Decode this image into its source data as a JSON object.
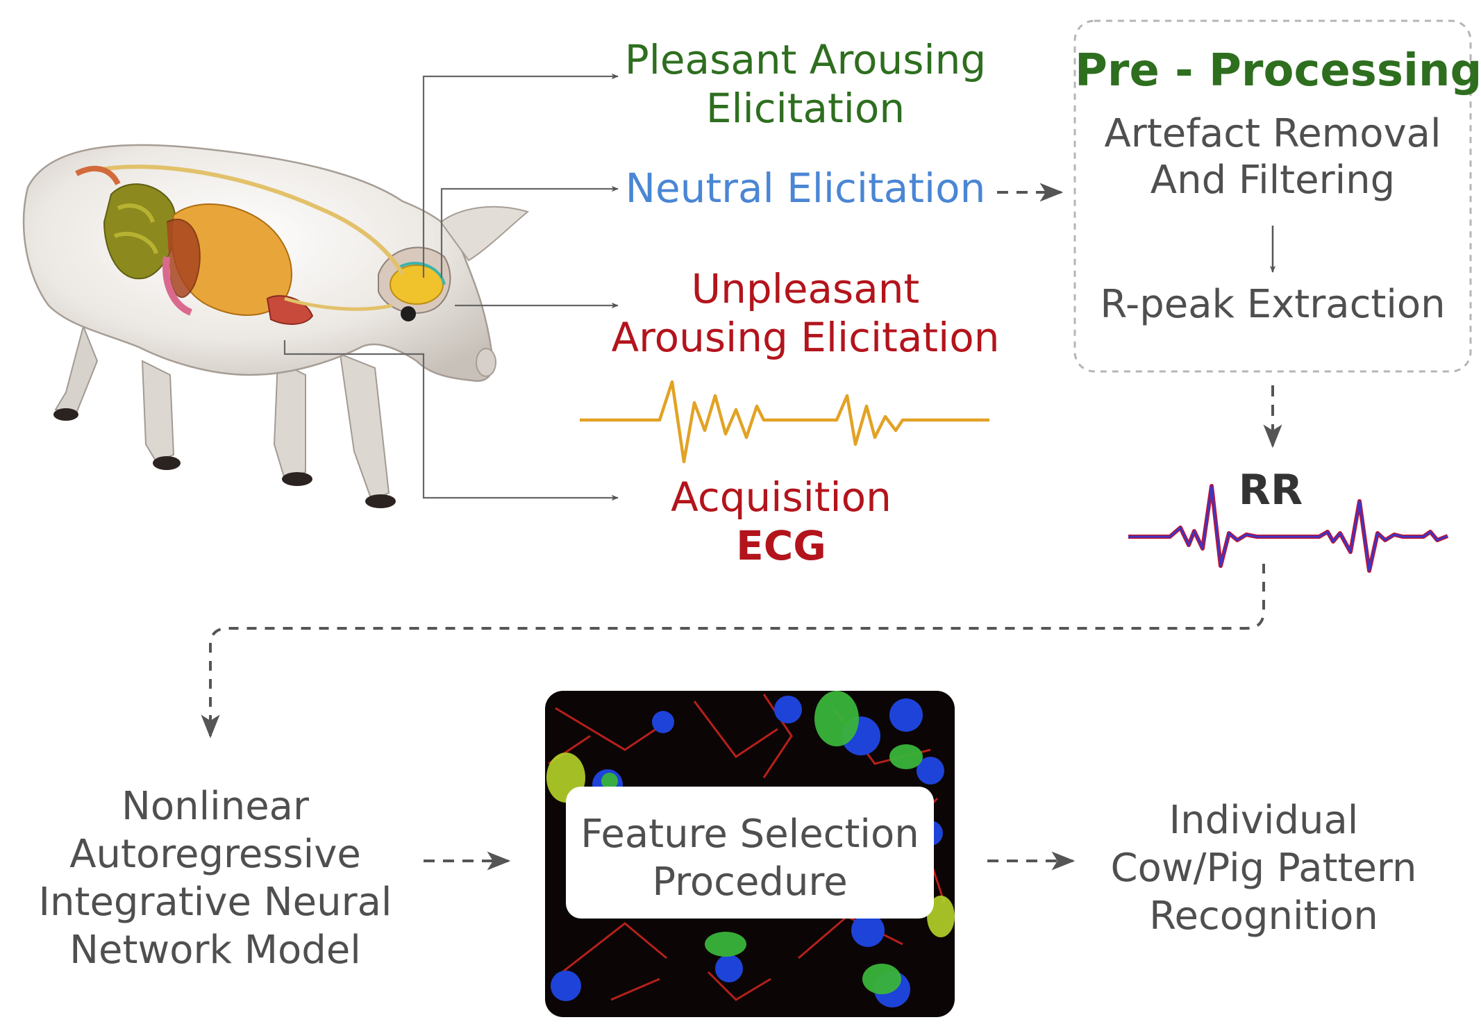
{
  "colors": {
    "green": "#2e6e1f",
    "blue": "#4a86d4",
    "red": "#b3141c",
    "gray_text": "#4f4f4f",
    "ecg_orange": "#e2a225",
    "rr_red": "#c4122a",
    "rr_blue": "#3c35c8",
    "arrow": "#555555"
  },
  "stimuli": {
    "pleasant": [
      "Pleasant Arousing",
      "Elicitation"
    ],
    "neutral": "Neutral Elicitation",
    "unpleasant": [
      "Unpleasant",
      "Arousing Elicitation"
    ]
  },
  "acquisition": {
    "line1": "Acquisition",
    "line2": "ECG"
  },
  "preprocessing": {
    "title": "Pre - Processing",
    "step1": [
      "Artefact Removal",
      "And Filtering"
    ],
    "step2": "R-peak Extraction"
  },
  "rr_label": "RR",
  "model": [
    "Nonlinear",
    "Autoregressive",
    "Integrative Neural",
    "Network Model"
  ],
  "feature_selection": [
    "Feature Selection",
    "Procedure"
  ],
  "recognition": [
    "Individual",
    "Cow/Pig Pattern",
    "Recognition"
  ],
  "icons": {
    "animal": "pig-anatomy-illustration",
    "ecg": "ecg-waveform-icon",
    "rr": "rr-interval-waveform-icon",
    "microscopy": "fluorescence-microscopy-image"
  }
}
